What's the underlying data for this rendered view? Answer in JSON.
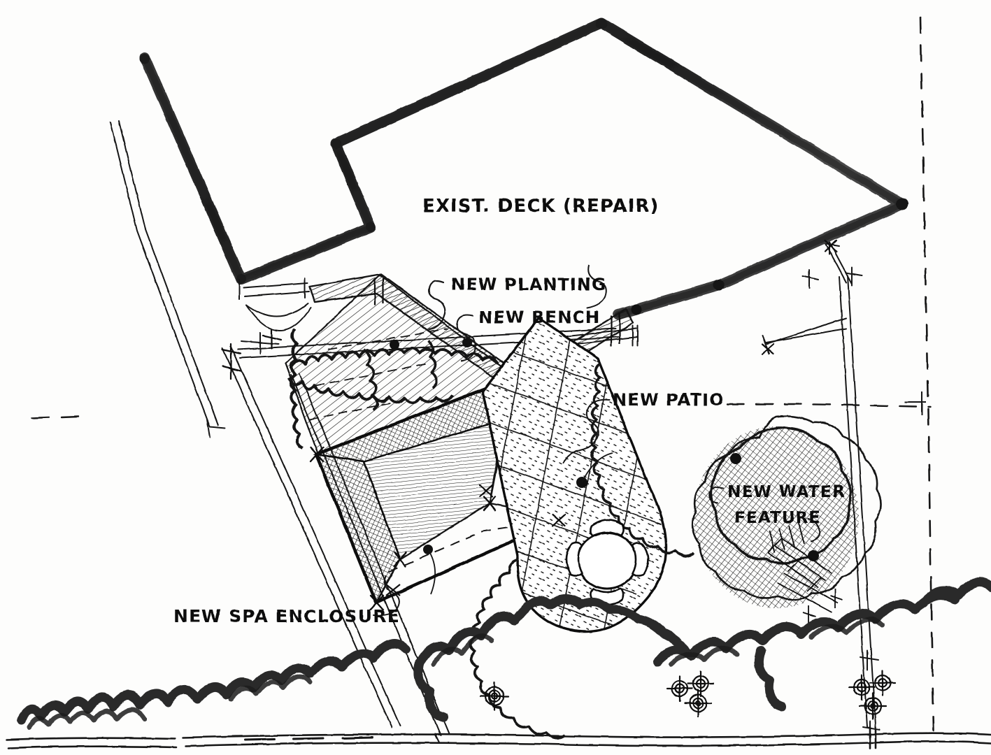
{
  "drawing": {
    "type": "hand-drawn architectural site plan sketch",
    "medium": "black ink on white paper",
    "title_visible": false,
    "background_color": "#fdfdfc",
    "ink_color": "#111111"
  },
  "labels": {
    "exist_deck": "EXIST. DECK (REPAIR)",
    "new_planting": "NEW PLANTING",
    "new_bench": "NEW BENCH",
    "new_patio": "NEW PATIO",
    "new_water_feature_line1": "NEW WATER",
    "new_water_feature_line2": "FEATURE",
    "new_spa_enclosure": "NEW SPA ENCLOSURE"
  },
  "elements": [
    {
      "name": "existing-deck",
      "label": "EXIST. DECK (REPAIR)",
      "style": "thick dark marker outline, open polygon, rotated rectangle with notch",
      "fill": "none"
    },
    {
      "name": "new-planting-bed",
      "label": "NEW PLANTING",
      "style": "diagonal hatch fill with scalloped organic shrub border and dot symbols"
    },
    {
      "name": "new-bench",
      "label": "NEW BENCH",
      "style": "narrow hatched band running diagonally, with dimension tick marks"
    },
    {
      "name": "new-spa-enclosure",
      "label": "NEW SPA ENCLOSURE",
      "style": "rotated rectangle in perspective with dense cross-hatched walls, open interior"
    },
    {
      "name": "new-patio",
      "label": "NEW PATIO",
      "style": "stippled paving grid, rounded keyhole plan with circular table and chairs, scalloped planting edge"
    },
    {
      "name": "new-water-feature",
      "label": "NEW WATER FEATURE",
      "style": "circular dense cross-hatched basin with scalloped outer planting ring"
    },
    {
      "name": "shrub-massing",
      "label": "",
      "style": "heavy loose scribbled brush-stroke border of shrubs along the lower edge"
    },
    {
      "name": "tree-symbols",
      "label": "",
      "style": "small spiral circles with cross-hair tick marks"
    },
    {
      "name": "property-line",
      "label": "",
      "style": "long dashed line at right and mid-ground"
    },
    {
      "name": "fence-lines",
      "label": "",
      "style": "thin double parallel lines with x tick marks at posts"
    },
    {
      "name": "site-boundary",
      "label": "",
      "style": "wavy horizontal double line at bottom of sheet"
    }
  ]
}
